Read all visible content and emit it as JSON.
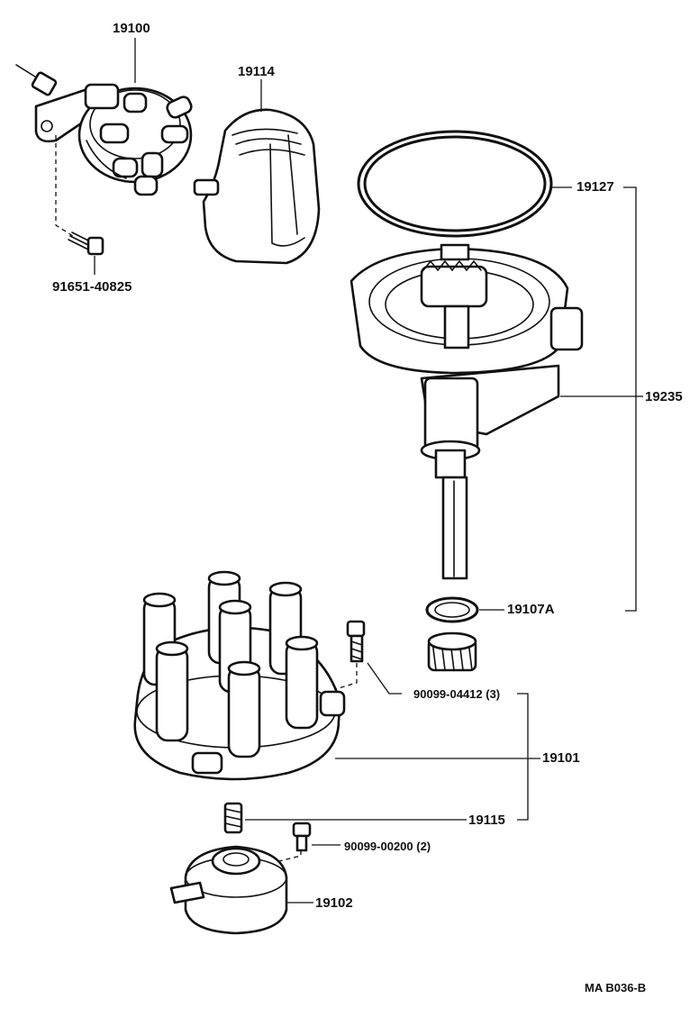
{
  "parts": [
    {
      "id": "p19100",
      "label": "19100"
    },
    {
      "id": "p19114",
      "label": "19114"
    },
    {
      "id": "p91651",
      "label": "91651-40825"
    },
    {
      "id": "p19127",
      "label": "19127"
    },
    {
      "id": "p19235",
      "label": "19235"
    },
    {
      "id": "p19107A",
      "label": "19107A"
    },
    {
      "id": "p90099_04412",
      "label": "90099-04412 (3)"
    },
    {
      "id": "p19101",
      "label": "19101"
    },
    {
      "id": "p19115",
      "label": "19115"
    },
    {
      "id": "p90099_00200",
      "label": "90099-00200 (2)"
    },
    {
      "id": "p19102",
      "label": "19102"
    }
  ],
  "footer": {
    "code": "MA  B036-B"
  }
}
